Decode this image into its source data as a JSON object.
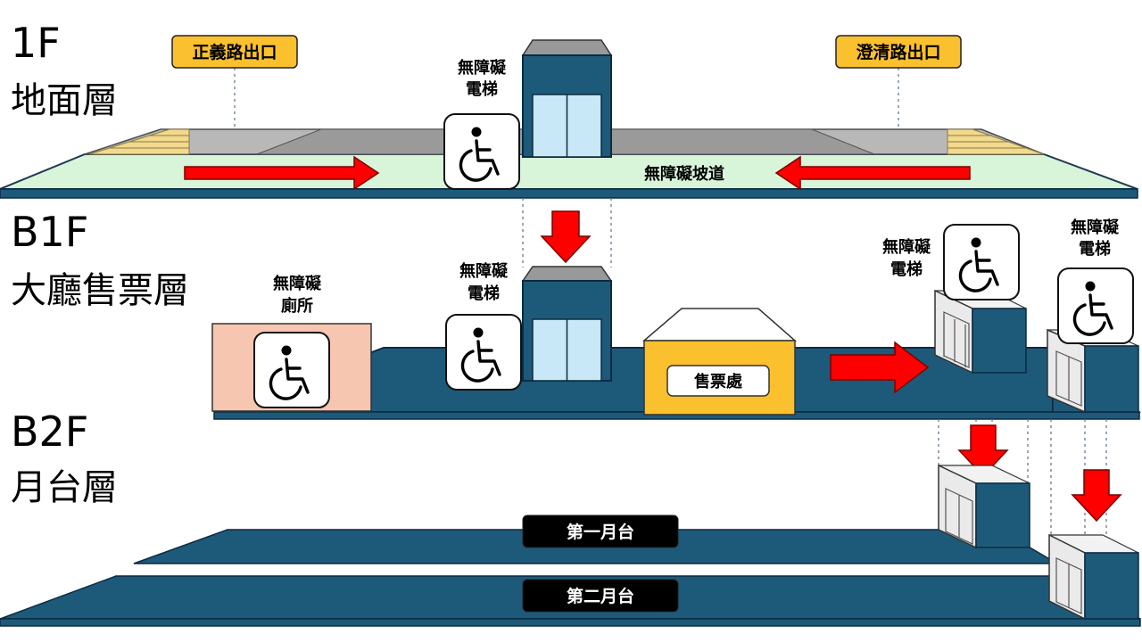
{
  "levels": [
    {
      "code": "1F",
      "name": "地面層"
    },
    {
      "code": "B1F",
      "name": "大廳售票層"
    },
    {
      "code": "B2F",
      "name": "月台層"
    }
  ],
  "exits": {
    "left": "正義路出口",
    "right": "澄清路出口"
  },
  "ramp_label": "無障礙坡道",
  "elevator_label_line1": "無障礙",
  "elevator_label_line2": "電梯",
  "toilet_label_line1": "無障礙",
  "toilet_label_line2": "廁所",
  "ticket_label": "售票處",
  "platforms": {
    "first": "第一月台",
    "second": "第二月台"
  },
  "icons": [
    "wheelchair-accessible-icon",
    "red-arrow-icon"
  ],
  "colors": {
    "structure_blue": "#1d5a7a",
    "outline_dark": "#0d2a40",
    "ramp_green": "#d8f5d9",
    "exit_yellow": "#fbc02d",
    "arrow_red": "#ff0000",
    "toilet_peach": "#f6c6b0",
    "glass": "#c8e8f8",
    "ticket_yellow": "#fbc02d",
    "stair_gold": "#f1d98d"
  }
}
